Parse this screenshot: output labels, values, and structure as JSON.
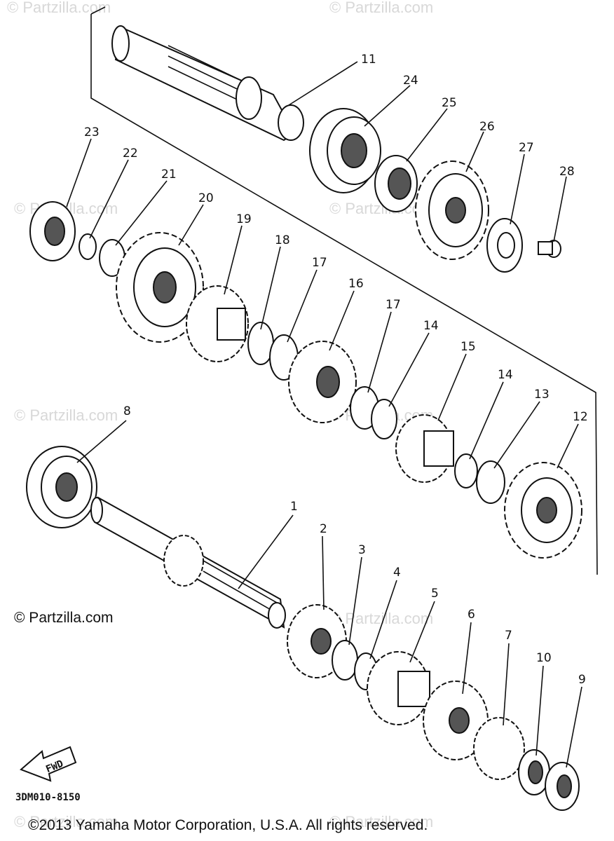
{
  "watermark": "© Partzilla.com",
  "partzilla_notice": "© Partzilla.com",
  "diagram_code": "3DM010-8150",
  "fwd_label": "FWD",
  "copyright": "©2013  Yamaha Motor Corporation, U.S.A. All rights reserved.",
  "callouts": [
    "11",
    "24",
    "25",
    "26",
    "27",
    "28",
    "23",
    "22",
    "21",
    "20",
    "19",
    "18",
    "17",
    "16",
    "17",
    "14",
    "15",
    "14",
    "13",
    "12",
    "8",
    "1",
    "2",
    "3",
    "4",
    "5",
    "6",
    "7",
    "10",
    "9"
  ]
}
